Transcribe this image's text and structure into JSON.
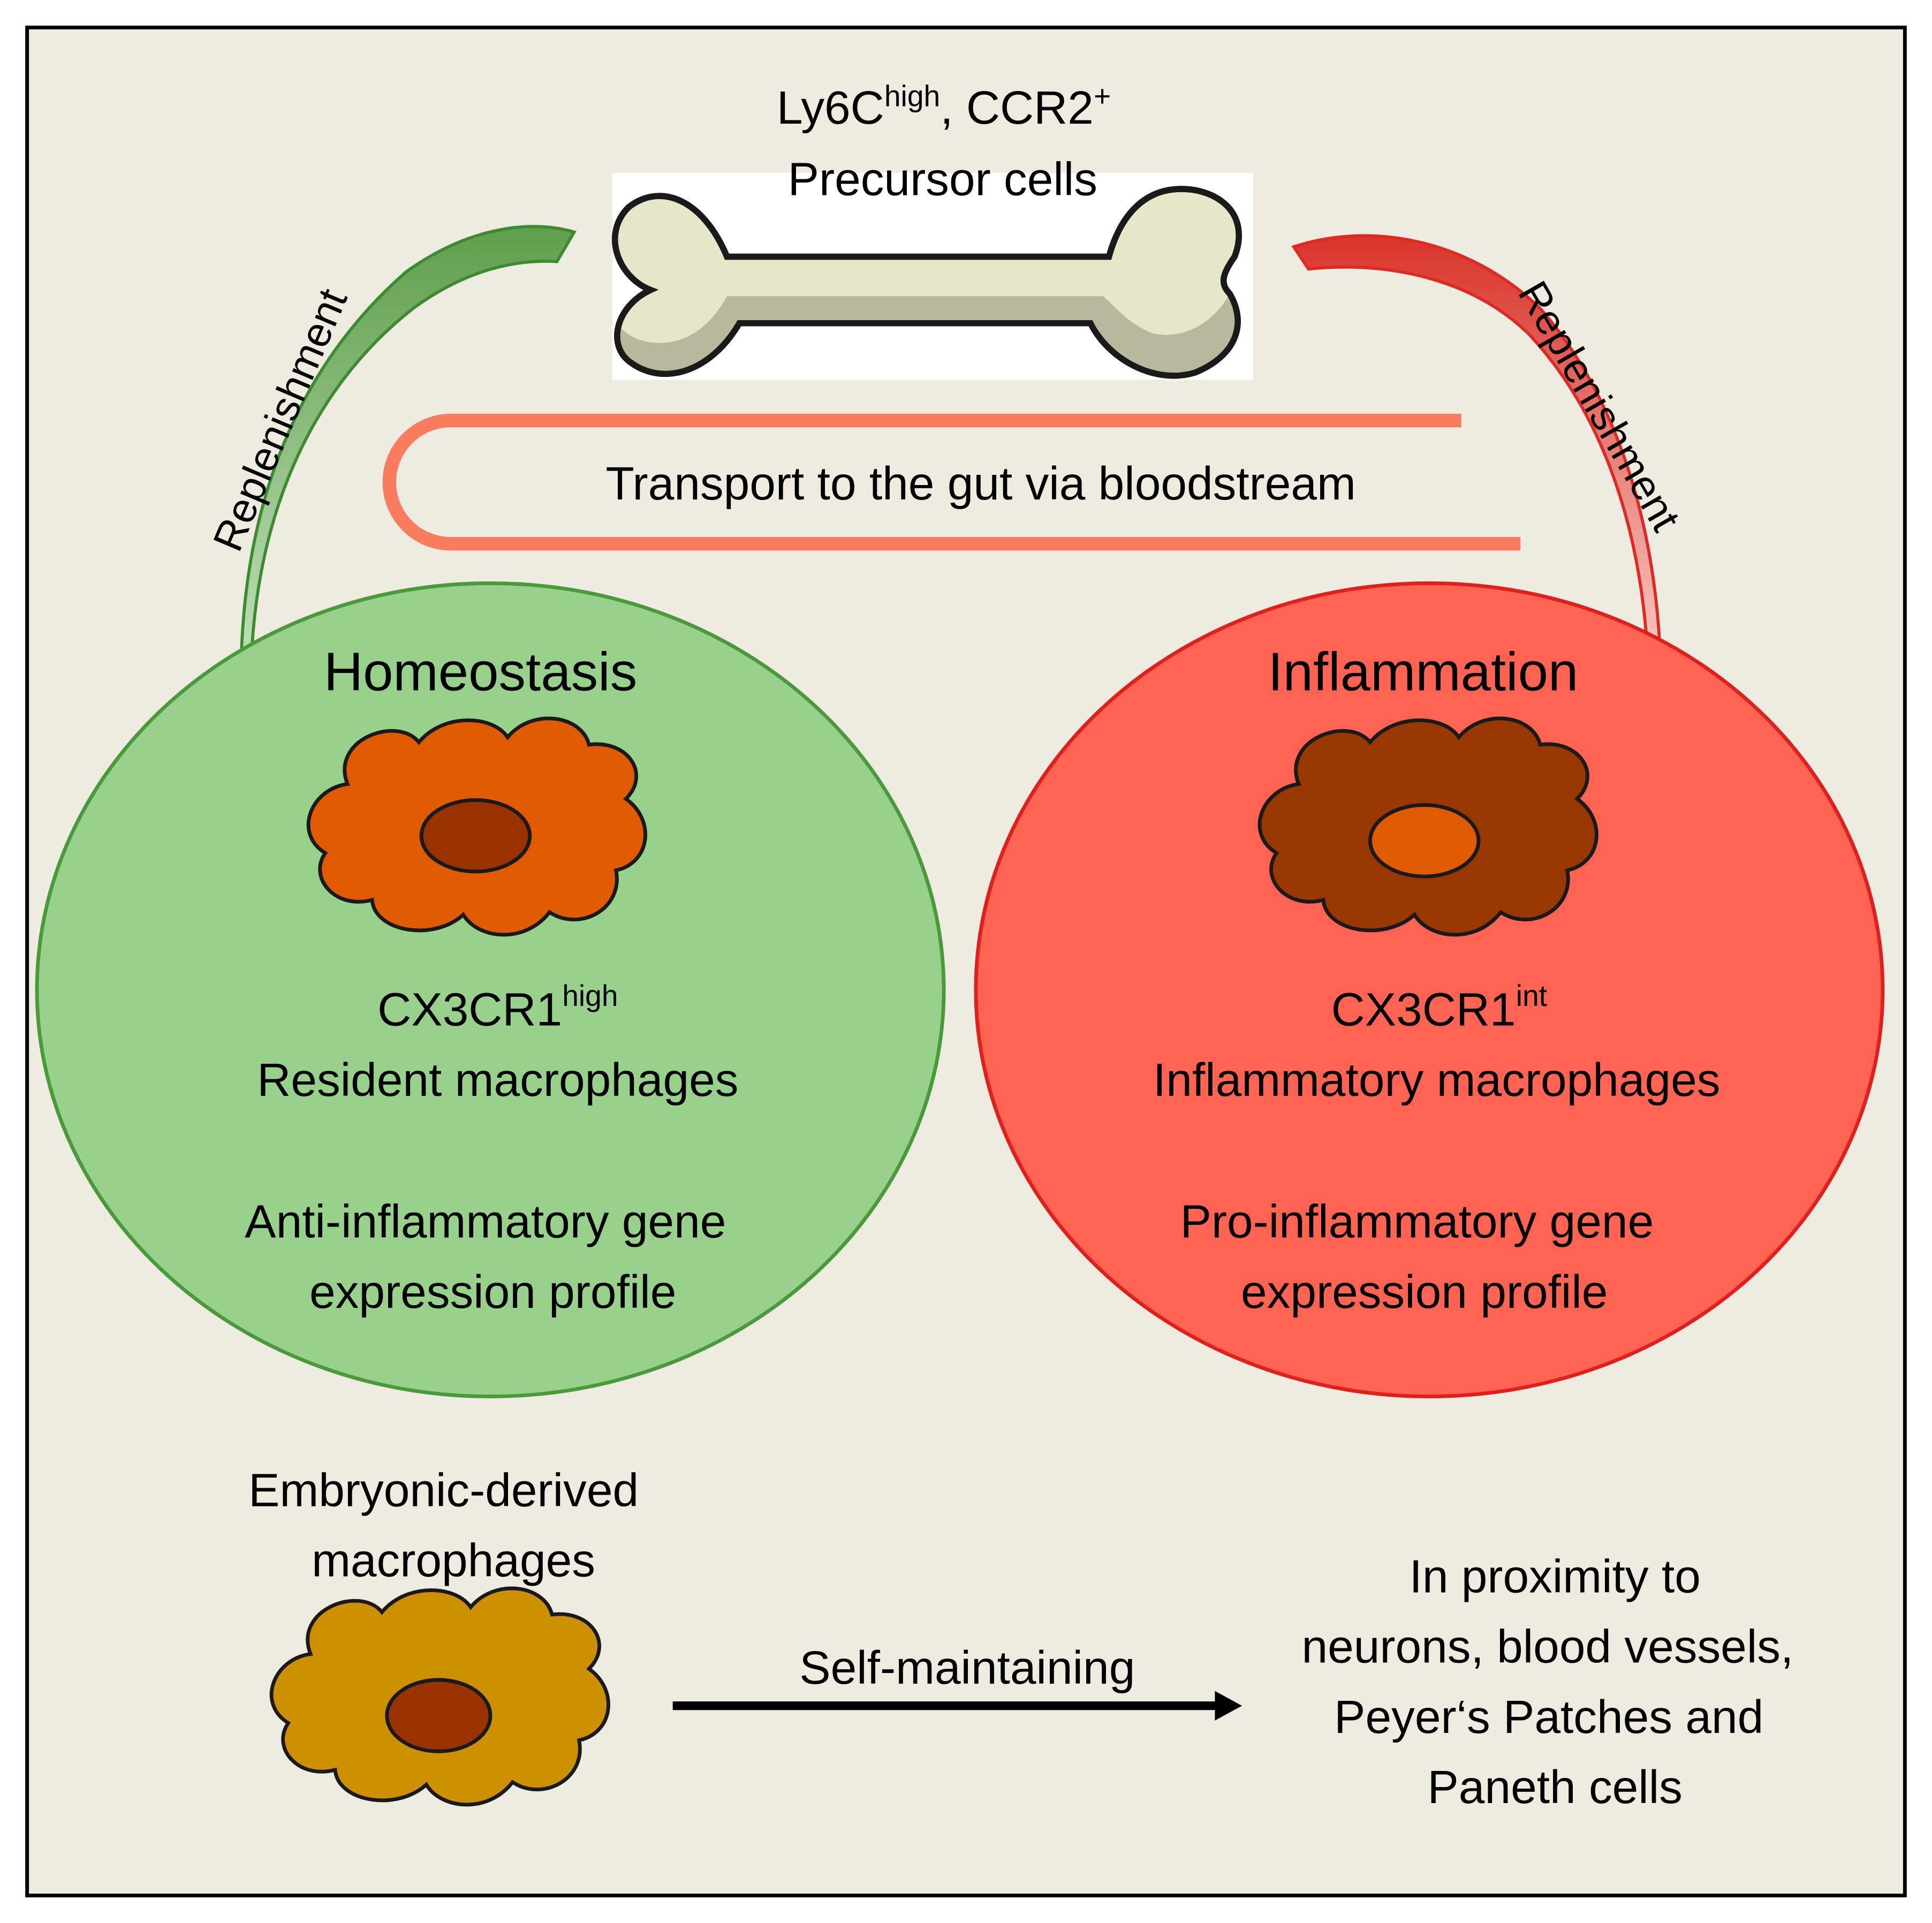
{
  "precursor": {
    "line1_main": "Ly6C",
    "line1_sup1": "high",
    "line1_mid": ", CCR2",
    "line1_sup2": "+",
    "line2": "Precursor cells"
  },
  "transport_label": "Transport to the gut via bloodstream",
  "replenishment_left": "Replenishment",
  "replenishment_right": "Replenishment",
  "homeostasis": {
    "title": "Homeostasis",
    "marker_main": "CX3CR1",
    "marker_sup": "high",
    "cell_type": "Resident macrophages",
    "profile_line1": "Anti-inflammatory gene",
    "profile_line2": "expression profile"
  },
  "inflammation": {
    "title": "Inflammation",
    "marker_main": "CX3CR1",
    "marker_sup": "int",
    "cell_type": "Inflammatory macrophages",
    "profile_line1": "Pro-inflammatory gene",
    "profile_line2": "expression profile"
  },
  "embryonic": {
    "line1": "Embryonic-derived",
    "line2": "macrophages"
  },
  "self_maintaining_label": "Self-maintaining",
  "proximity": {
    "line1": "In proximity to",
    "line2": "neurons, blood vessels,",
    "line3": "Peyer‘s Patches and",
    "line4": "Paneth cells"
  },
  "colors": {
    "background": "#eeebe1",
    "homeostasis_fill": "#98d18c",
    "homeostasis_stroke": "#4a9a3c",
    "inflammation_fill": "#ff6352",
    "inflammation_stroke": "#e0201c",
    "resident_cell": "#e05a00",
    "resident_nucleus": "#983300",
    "inflammatory_cell": "#983800",
    "inflammatory_nucleus": "#e05a00",
    "embryonic_cell": "#cc9000",
    "embryonic_nucleus": "#983300",
    "bone_fill": "#e6e6c8",
    "bone_shadow": "#b8b89c",
    "bloodstream": "#fa7c5e",
    "green_arrow": "#5fa04e",
    "red_arrow": "#e84033"
  }
}
